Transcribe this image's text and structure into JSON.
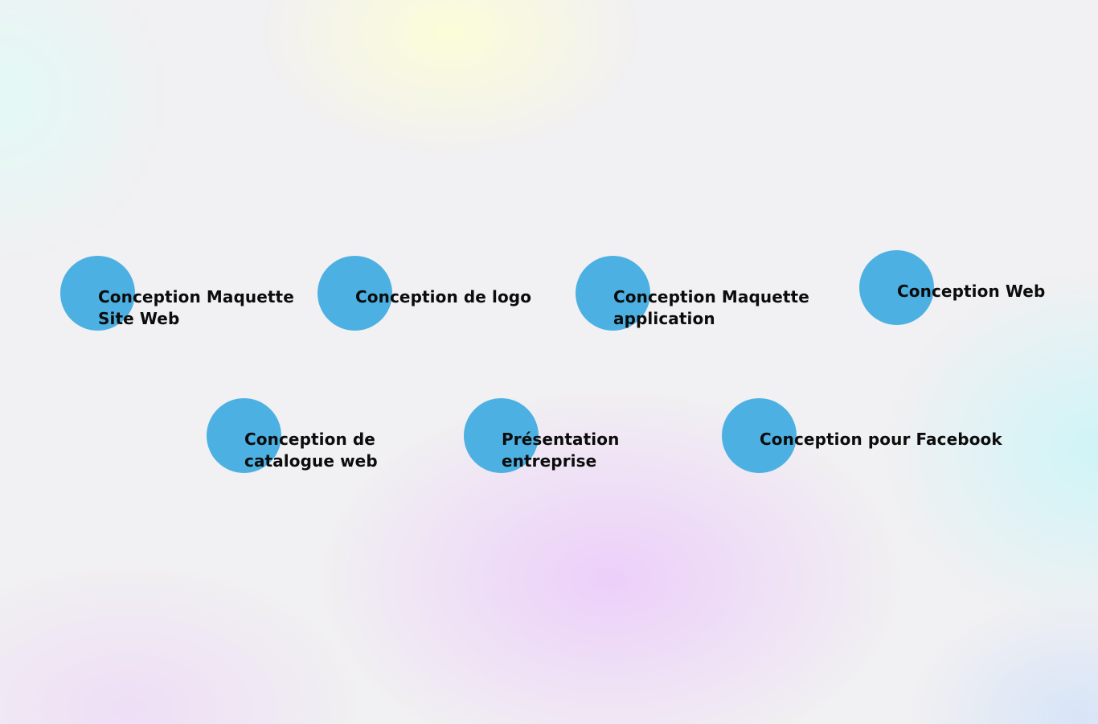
{
  "accent_color": "#4cb1e2",
  "services": [
    {
      "icon": "circle",
      "line1": "Conception Maquette",
      "line2": "Site Web"
    },
    {
      "icon": "circle",
      "line1": "Conception de logo",
      "line2": ""
    },
    {
      "icon": "circle",
      "line1": "Conception Maquette",
      "line2": "application"
    },
    {
      "icon": "circle",
      "line1": "Conception Web",
      "line2": ""
    },
    {
      "icon": "circle",
      "line1": "Conception de",
      "line2": "catalogue web"
    },
    {
      "icon": "circle",
      "line1": "Présentation",
      "line2": "entreprise"
    },
    {
      "icon": "circle",
      "line1": "Conception pour Facebook",
      "line2": ""
    }
  ]
}
